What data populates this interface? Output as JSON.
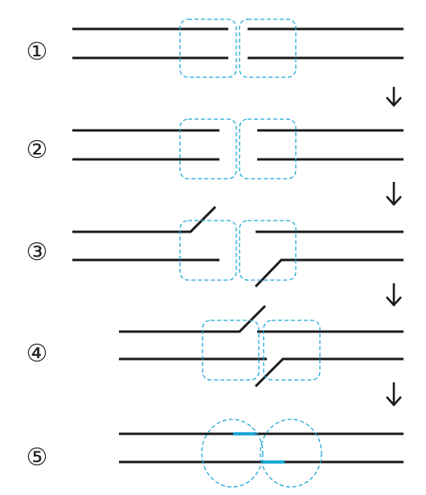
{
  "colors": {
    "line": "#1a1a1a",
    "dashed_outline": "#1ea7d6",
    "highlight": "#1ea7d6"
  },
  "steps": [
    {
      "label": "①"
    },
    {
      "label": "②"
    },
    {
      "label": "③"
    },
    {
      "label": "④"
    },
    {
      "label": "⑤"
    }
  ],
  "arrows": [
    {
      "icon": "down-arrow-icon"
    },
    {
      "icon": "down-arrow-icon"
    },
    {
      "icon": "down-arrow-icon"
    },
    {
      "icon": "down-arrow-icon"
    }
  ]
}
